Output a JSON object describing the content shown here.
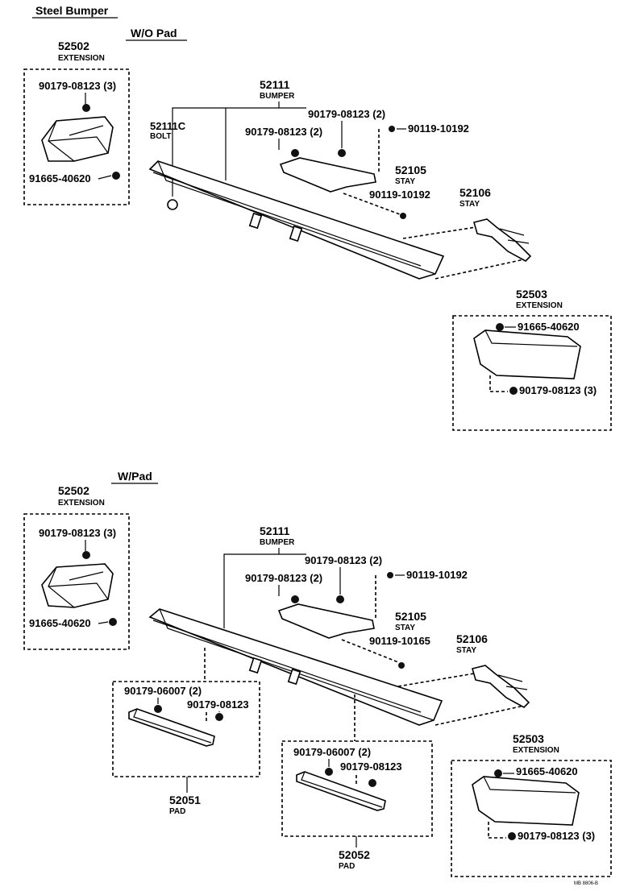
{
  "header": {
    "title": "Steel Bumper"
  },
  "sections": {
    "wo_pad": {
      "title": "W/O Pad"
    },
    "w_pad": {
      "title": "W/Pad"
    }
  },
  "labels": {
    "ext_left_num": "52502",
    "ext_left_name": "EXTENSION",
    "ext_right_num": "52503",
    "ext_right_name": "EXTENSION",
    "bumper_num": "52111",
    "bumper_name": "BUMPER",
    "bolt_num": "52111C",
    "bolt_name": "BOLT",
    "stay_a_num": "52105",
    "stay_a_name": "STAY",
    "stay_b_num": "52106",
    "stay_b_name": "STAY",
    "nut_3": "90179-08123 (3)",
    "nut_2": "90179-08123 (2)",
    "nut_plain": "90179-08123",
    "clip": "91665-40620",
    "bolt_10192": "90119-10192",
    "bolt_10165": "90119-10165",
    "nut_06007": "90179-06007 (2)",
    "pad_left_num": "52051",
    "pad_right_num": "52052",
    "pad_name": "PAD",
    "code": "MB 8806-B"
  }
}
